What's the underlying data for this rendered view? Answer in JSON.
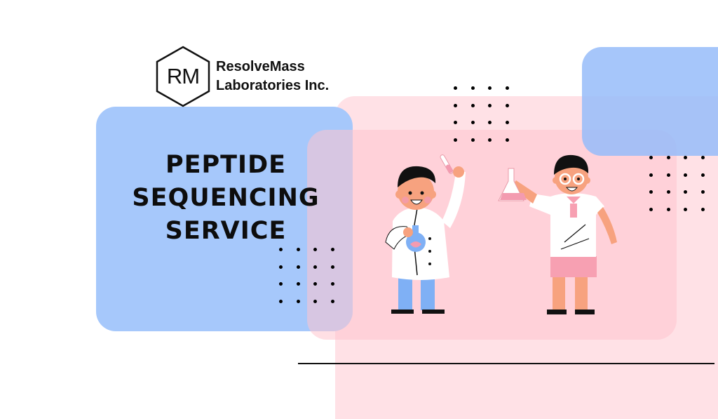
{
  "logo": {
    "monogram": "RM",
    "name_line1": "ResolveMass",
    "name_line2": "Laboratories Inc."
  },
  "headline": {
    "lines": [
      "PEPTIDE",
      "SEQUENCING",
      "SERVICE"
    ]
  },
  "illustration": {
    "description": "two cartoon kids doing science experiments: one in a lab coat holding a round flask and raising a test tube, one in a white polo with glasses holding a conical flask"
  },
  "colors": {
    "blue": "#a6c8fb",
    "pink_light": "#ffe1e6",
    "pink": "#ffcdd6",
    "text": "#0d0d0d"
  }
}
